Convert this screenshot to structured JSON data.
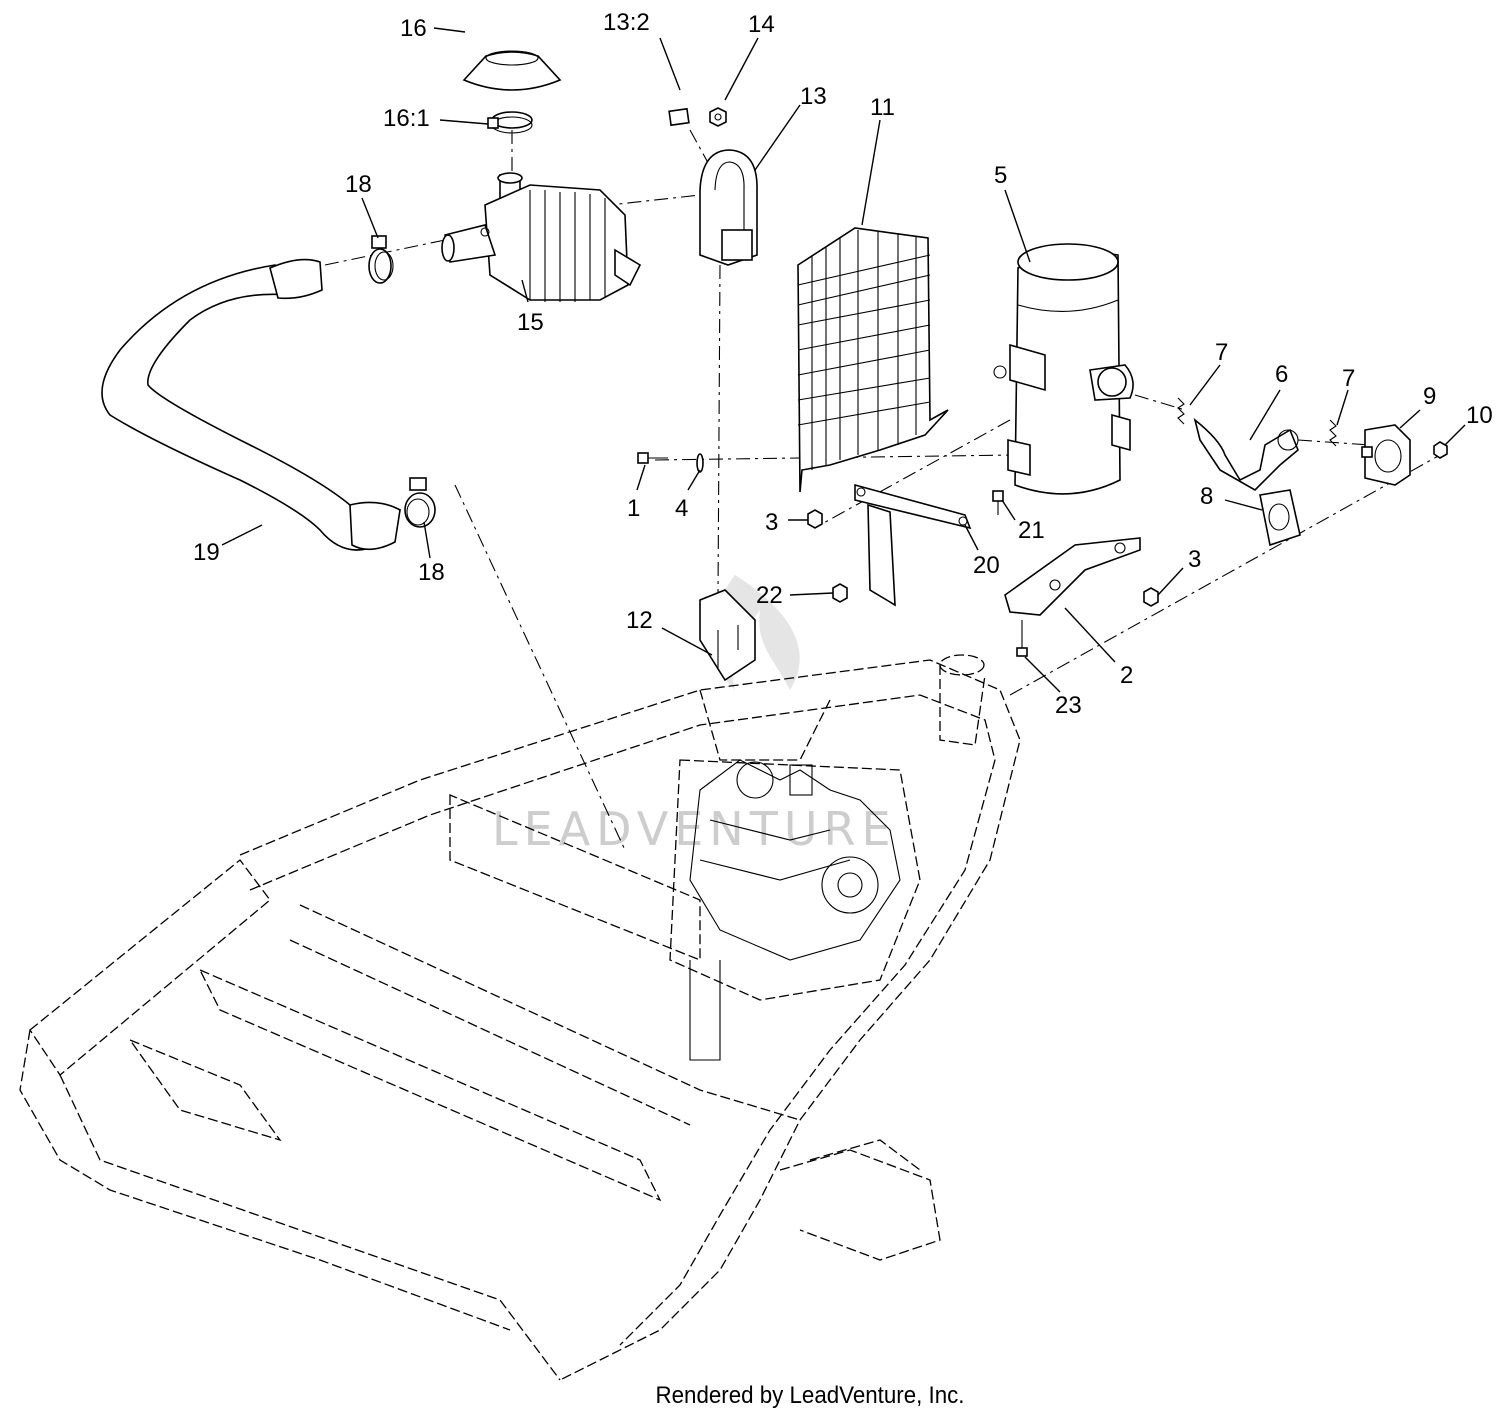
{
  "callouts": [
    {
      "label": "16"
    },
    {
      "label": "13:2"
    },
    {
      "label": "14"
    },
    {
      "label": "13"
    },
    {
      "label": "11"
    },
    {
      "label": "16:1"
    },
    {
      "label": "18"
    },
    {
      "label": "15"
    },
    {
      "label": "5"
    },
    {
      "label": "7"
    },
    {
      "label": "6"
    },
    {
      "label": "7"
    },
    {
      "label": "9"
    },
    {
      "label": "10"
    },
    {
      "label": "1"
    },
    {
      "label": "4"
    },
    {
      "label": "3"
    },
    {
      "label": "21"
    },
    {
      "label": "8"
    },
    {
      "label": "19"
    },
    {
      "label": "18"
    },
    {
      "label": "20"
    },
    {
      "label": "3"
    },
    {
      "label": "22"
    },
    {
      "label": "12"
    },
    {
      "label": "2"
    },
    {
      "label": "23"
    }
  ],
  "watermark": "LEADVENTURE",
  "credit": "Rendered by LeadVenture, Inc."
}
